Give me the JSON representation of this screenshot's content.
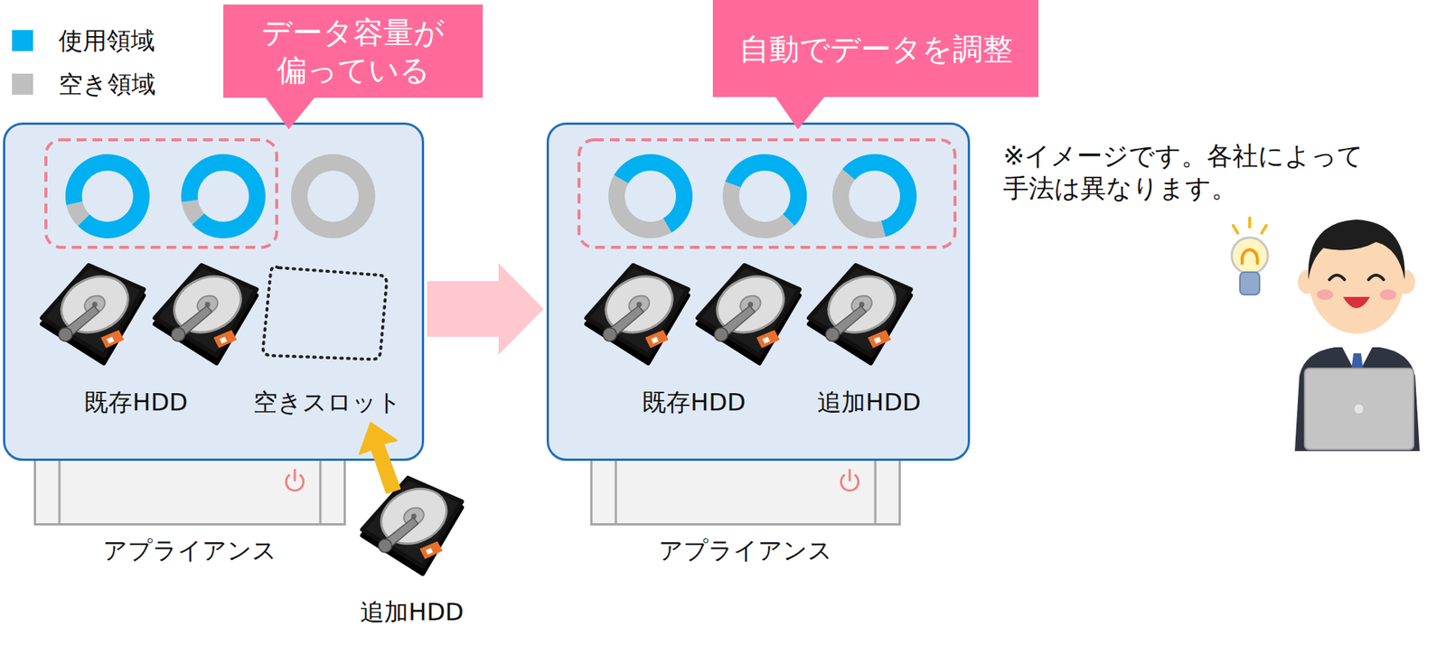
{
  "diagram": {
    "nodes": [
      {
        "text": [
          "データ容量が 偏っている"
        ]
      },
      {
        "text": [
          "既存HDD",
          "空きスロット"
        ]
      },
      {
        "text": [
          "アプライアンス"
        ]
      },
      {
        "text": [
          "自動でデータを調整"
        ]
      },
      {
        "text": [
          "既存HDD",
          "追加HDD"
        ]
      },
      {
        "text": [
          "アプライアンス"
        ]
      }
    ],
    "edges": [
      {
        "from": 1,
        "to": 4,
        "arrow": "to"
      }
    ],
    "labels": [
      "追加HDD",
      "※イメージです。各社によって 手法は異なります。"
    ],
    "legend": [
      {
        "text": "使用領域",
        "color": "#00b0f0"
      },
      {
        "text": "空き領域",
        "color": "#bfbfbf"
      }
    ]
  }
}
